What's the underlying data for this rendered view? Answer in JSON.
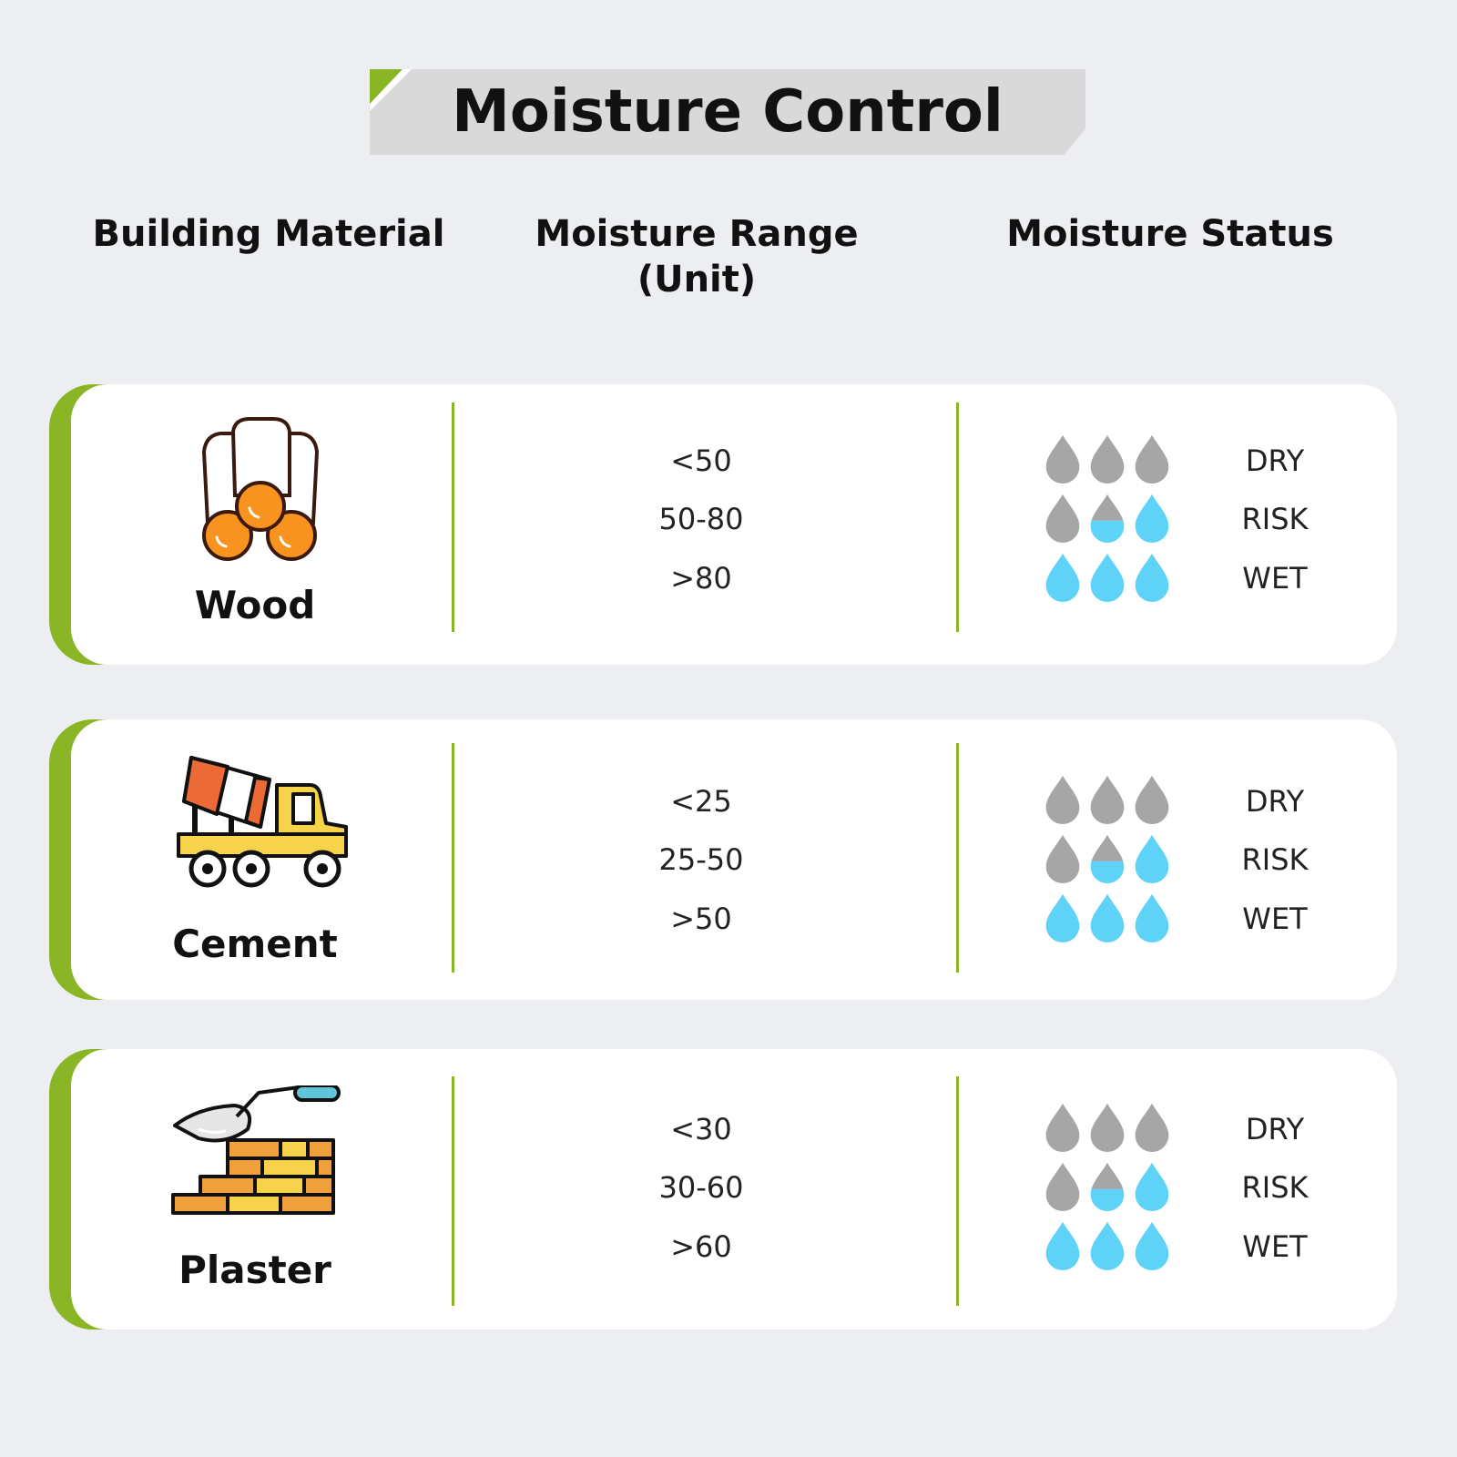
{
  "title": "Moisture Control",
  "headers": {
    "material": "Building Material",
    "range_line1": "Moisture Range",
    "range_line2": "(Unit)",
    "status": "Moisture Status"
  },
  "colors": {
    "accent": "#8ab525",
    "drop_dry": "#a6a6a6",
    "drop_wet": "#5fd3f7"
  },
  "rows": [
    {
      "name": "Wood",
      "icon": "logs-icon",
      "ranges": [
        "<50",
        "50-80",
        ">80"
      ],
      "statuses": [
        "DRY",
        "RISK",
        "WET"
      ]
    },
    {
      "name": "Cement",
      "icon": "cement-truck-icon",
      "ranges": [
        "<25",
        "25-50",
        ">50"
      ],
      "statuses": [
        "DRY",
        "RISK",
        "WET"
      ]
    },
    {
      "name": "Plaster",
      "icon": "trowel-bricks-icon",
      "ranges": [
        "<30",
        "30-60",
        ">60"
      ],
      "statuses": [
        "DRY",
        "RISK",
        "WET"
      ]
    }
  ]
}
